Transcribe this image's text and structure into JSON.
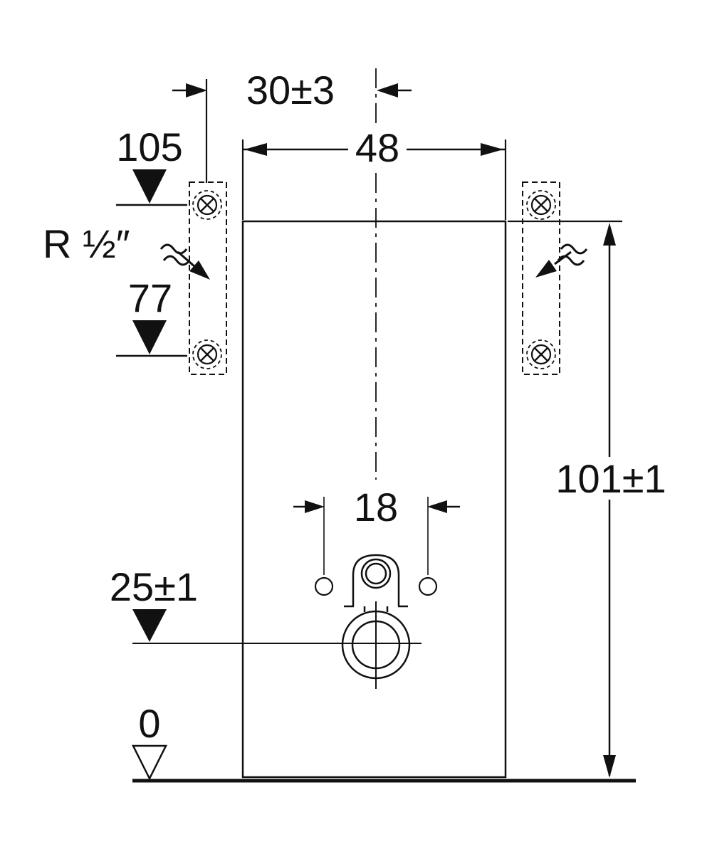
{
  "drawing": {
    "type": "technical-dimension-drawing",
    "labels": {
      "dim_top_offset": "30±3",
      "dim_width": "48",
      "level_105": "105",
      "thread_size": "R ½″",
      "level_77": "77",
      "dim_height_total": "101±1",
      "dim_connection_spacing": "18",
      "level_25": "25±1",
      "level_0": "0"
    },
    "colors": {
      "line": "#111111",
      "background": "#ffffff"
    }
  }
}
